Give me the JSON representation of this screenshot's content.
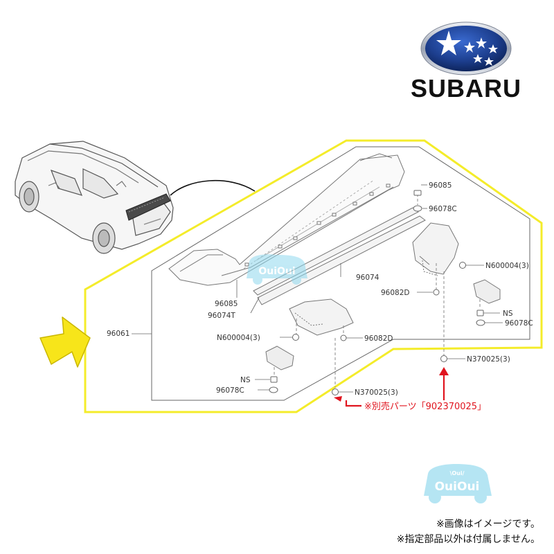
{
  "brand": {
    "name": "SUBARU",
    "logo_colors": {
      "oval": "#1d3f8f",
      "oval_dark": "#0b1f52",
      "rim": "#c8ccd6",
      "stars": "#ffffff"
    }
  },
  "diagram": {
    "highlight_color": "#f4ec2a",
    "arrow_color": "#f7e51a",
    "accent_red": "#e0141e",
    "assembly_label": "96061",
    "part_labels": {
      "p96085_right": "96085",
      "p96078c_top": "96078C",
      "p96074": "96074",
      "p96085_left": "96085",
      "p96074t": "96074T",
      "pn600004_right": "N600004(3)",
      "p96082d_right": "96082D",
      "pns_right": "NS",
      "p96078c_right": "96078C",
      "pn600004_left": "N600004(3)",
      "p96082d_left": "96082D",
      "pns_left": "NS",
      "p96078c_left": "96078C",
      "pn370025_right": "N370025(3)",
      "pn370025_left": "N370025(3)"
    },
    "separate_part_note": "※別売パーツ「902370025」"
  },
  "watermark": {
    "text": "OuiOui",
    "small_text": "\\Oui/"
  },
  "footnotes": {
    "image_note": "※画像はイメージです。",
    "parts_note": "※指定部品以外は付属しません。"
  }
}
